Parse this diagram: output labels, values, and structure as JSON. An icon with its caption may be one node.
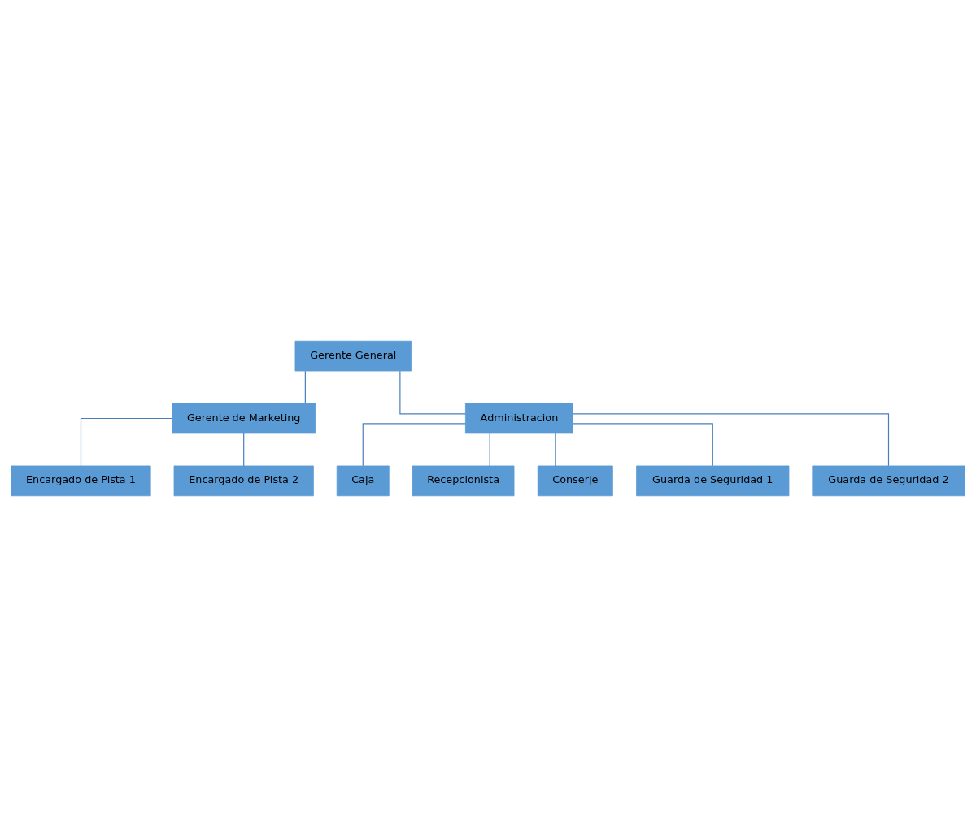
{
  "diagram": {
    "nodes": [
      {
        "text": [
          "Gerente General"
        ]
      },
      {
        "text": [
          "Gerente de Marketing"
        ]
      },
      {
        "text": [
          "Administracion"
        ]
      },
      {
        "text": [
          "Encargado de Pista 1"
        ]
      },
      {
        "text": [
          "Encargado de Pista 2"
        ]
      },
      {
        "text": [
          "Caja"
        ]
      },
      {
        "text": [
          "Recepcionista"
        ]
      },
      {
        "text": [
          "Conserje"
        ]
      },
      {
        "text": [
          "Guarda de Seguridad 1"
        ]
      },
      {
        "text": [
          "Guarda de Seguridad 2"
        ]
      }
    ],
    "edges": [
      {
        "from": 0,
        "to": 1,
        "arrow": "none"
      },
      {
        "from": 0,
        "to": 2,
        "arrow": "none"
      },
      {
        "from": 1,
        "to": 3,
        "arrow": "none"
      },
      {
        "from": 1,
        "to": 4,
        "arrow": "none"
      },
      {
        "from": 2,
        "to": 5,
        "arrow": "none"
      },
      {
        "from": 2,
        "to": 6,
        "arrow": "none"
      },
      {
        "from": 2,
        "to": 7,
        "arrow": "none"
      },
      {
        "from": 2,
        "to": 8,
        "arrow": "none"
      },
      {
        "from": 2,
        "to": 9,
        "arrow": "none"
      }
    ]
  }
}
